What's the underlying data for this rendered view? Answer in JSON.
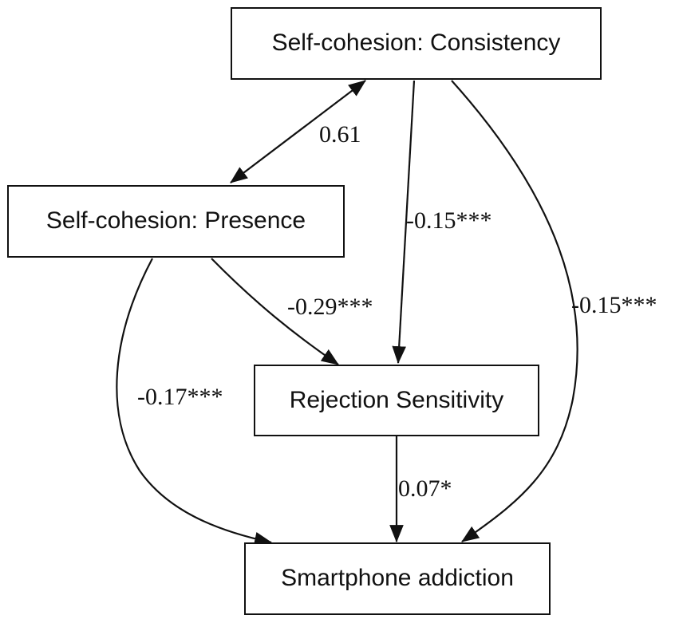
{
  "nodes": {
    "consistency": {
      "label": "Self-cohesion: Consistency"
    },
    "presence": {
      "label": "Self-cohesion: Presence"
    },
    "rejection": {
      "label": "Rejection Sensitivity"
    },
    "addiction": {
      "label": "Smartphone addiction"
    }
  },
  "edges": {
    "consistency_presence": {
      "from": "Self-cohesion: Consistency",
      "to": "Self-cohesion: Presence",
      "bidirectional": true,
      "label": "0.61"
    },
    "consistency_rejection": {
      "from": "Self-cohesion: Consistency",
      "to": "Rejection Sensitivity",
      "bidirectional": false,
      "label": "-0.15***"
    },
    "consistency_addiction": {
      "from": "Self-cohesion: Consistency",
      "to": "Smartphone addiction",
      "bidirectional": false,
      "label": "-0.15***"
    },
    "presence_rejection": {
      "from": "Self-cohesion: Presence",
      "to": "Rejection Sensitivity",
      "bidirectional": false,
      "label": "-0.29***"
    },
    "presence_addiction": {
      "from": "Self-cohesion: Presence",
      "to": "Smartphone addiction",
      "bidirectional": false,
      "label": "-0.17***"
    },
    "rejection_addiction": {
      "from": "Rejection Sensitivity",
      "to": "Smartphone addiction",
      "bidirectional": false,
      "label": "0.07*"
    }
  },
  "colors": {
    "line": "#111111",
    "background": "#ffffff"
  }
}
